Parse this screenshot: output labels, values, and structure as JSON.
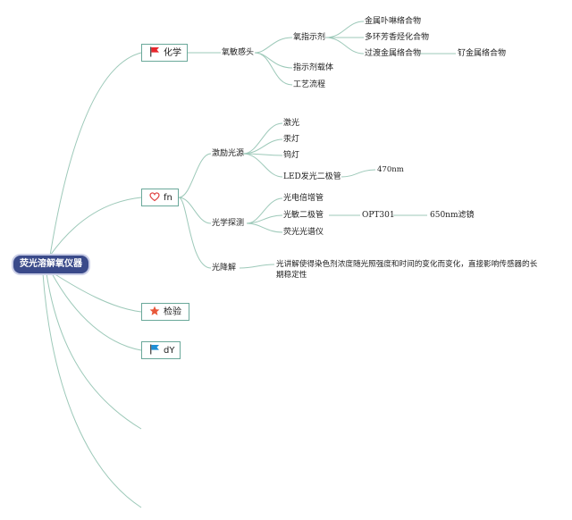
{
  "root": {
    "label": "荧光溶解氧仪器"
  },
  "branches": [
    {
      "id": "chem",
      "label": "化学",
      "icon": "red-flag-icon"
    },
    {
      "id": "fn",
      "label": "fn",
      "icon": "heart-icon"
    },
    {
      "id": "test",
      "label": "检验",
      "icon": "star-icon"
    },
    {
      "id": "dy",
      "label": "dY",
      "icon": "blue-flag-icon"
    }
  ],
  "chem": {
    "oxygen_sensor": "氧敏感头",
    "indicator": "氧指示剂",
    "indicator_items": [
      "金属卟啉络合物",
      "多环芳香烃化合物",
      "过渡金属络合物"
    ],
    "ruthenium": "钌金属络合物",
    "carrier": "指示剂载体",
    "process": "工艺流程"
  },
  "fn": {
    "excitation": "激励光源",
    "excitation_items": [
      "激光",
      "汞灯",
      "钨灯",
      "LED发光二极管"
    ],
    "led_wavelength": "470nm",
    "detection": "光学探测",
    "detection_items": [
      "光电倍增管",
      "光敏二极管",
      "荧光光谱仪"
    ],
    "opt": "OPT301",
    "filter": "650nm滤镜",
    "photobleach": "光降解",
    "photobleach_note": "光讲解使得染色剂浓度随光照强度和时间的变化而变化，直接影响传感器的长期稳定性"
  },
  "colors": {
    "edge": "#9dc9b9",
    "box_border": "#6aa89a",
    "root_bg": "#3a4a8a",
    "flag_red": "#e8262c",
    "heart": "#e04040",
    "star": "#e8583a",
    "flag_blue": "#1f8fd6"
  }
}
